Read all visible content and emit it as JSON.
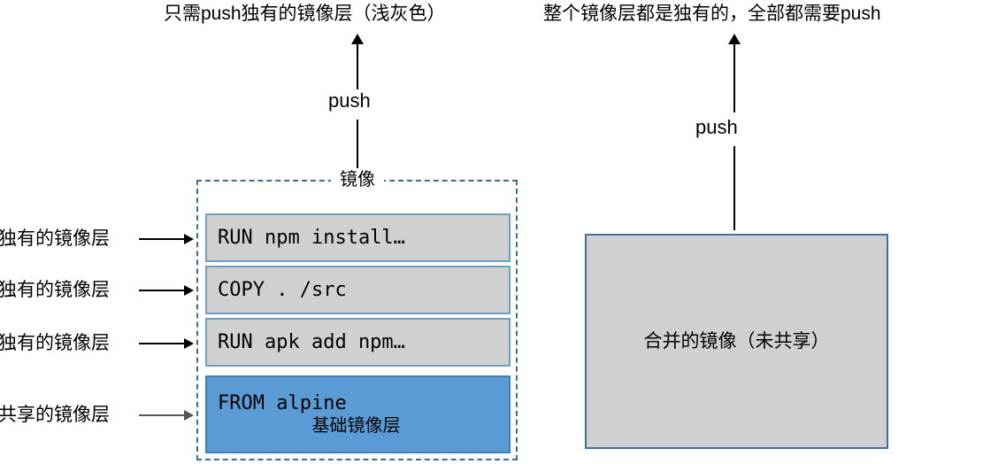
{
  "diagram": {
    "left_panel": {
      "title": "只需push独有的镜像层（浅灰色）",
      "push_label": "push",
      "container_label": "镜像",
      "layers": [
        {
          "code": "RUN npm install…",
          "sub": "",
          "kind": "unique"
        },
        {
          "code": "COPY . /src",
          "sub": "",
          "kind": "unique"
        },
        {
          "code": "RUN apk add npm…",
          "sub": "",
          "kind": "unique"
        },
        {
          "code": "FROM alpine",
          "sub": "基础镜像层",
          "kind": "base"
        }
      ],
      "side_labels": [
        "独有的镜像层",
        "独有的镜像层",
        "独有的镜像层",
        "共享的镜像层"
      ]
    },
    "right_panel": {
      "title": "整个镜像层都是独有的，全部都需要push",
      "push_label": "push",
      "box_label": "合并的镜像（未共享）"
    },
    "colors": {
      "unique_layer_fill": "#d0d0d0",
      "unique_layer_border": "#6f9ec1",
      "base_layer_fill": "#5b9bd5",
      "base_layer_border": "#3f7fb5",
      "container_dashed_border": "#3d6e8f",
      "merged_box_fill": "#d0d0d0",
      "merged_box_border": "#41719c",
      "arrow": "#000000",
      "background": "#ffffff"
    }
  }
}
